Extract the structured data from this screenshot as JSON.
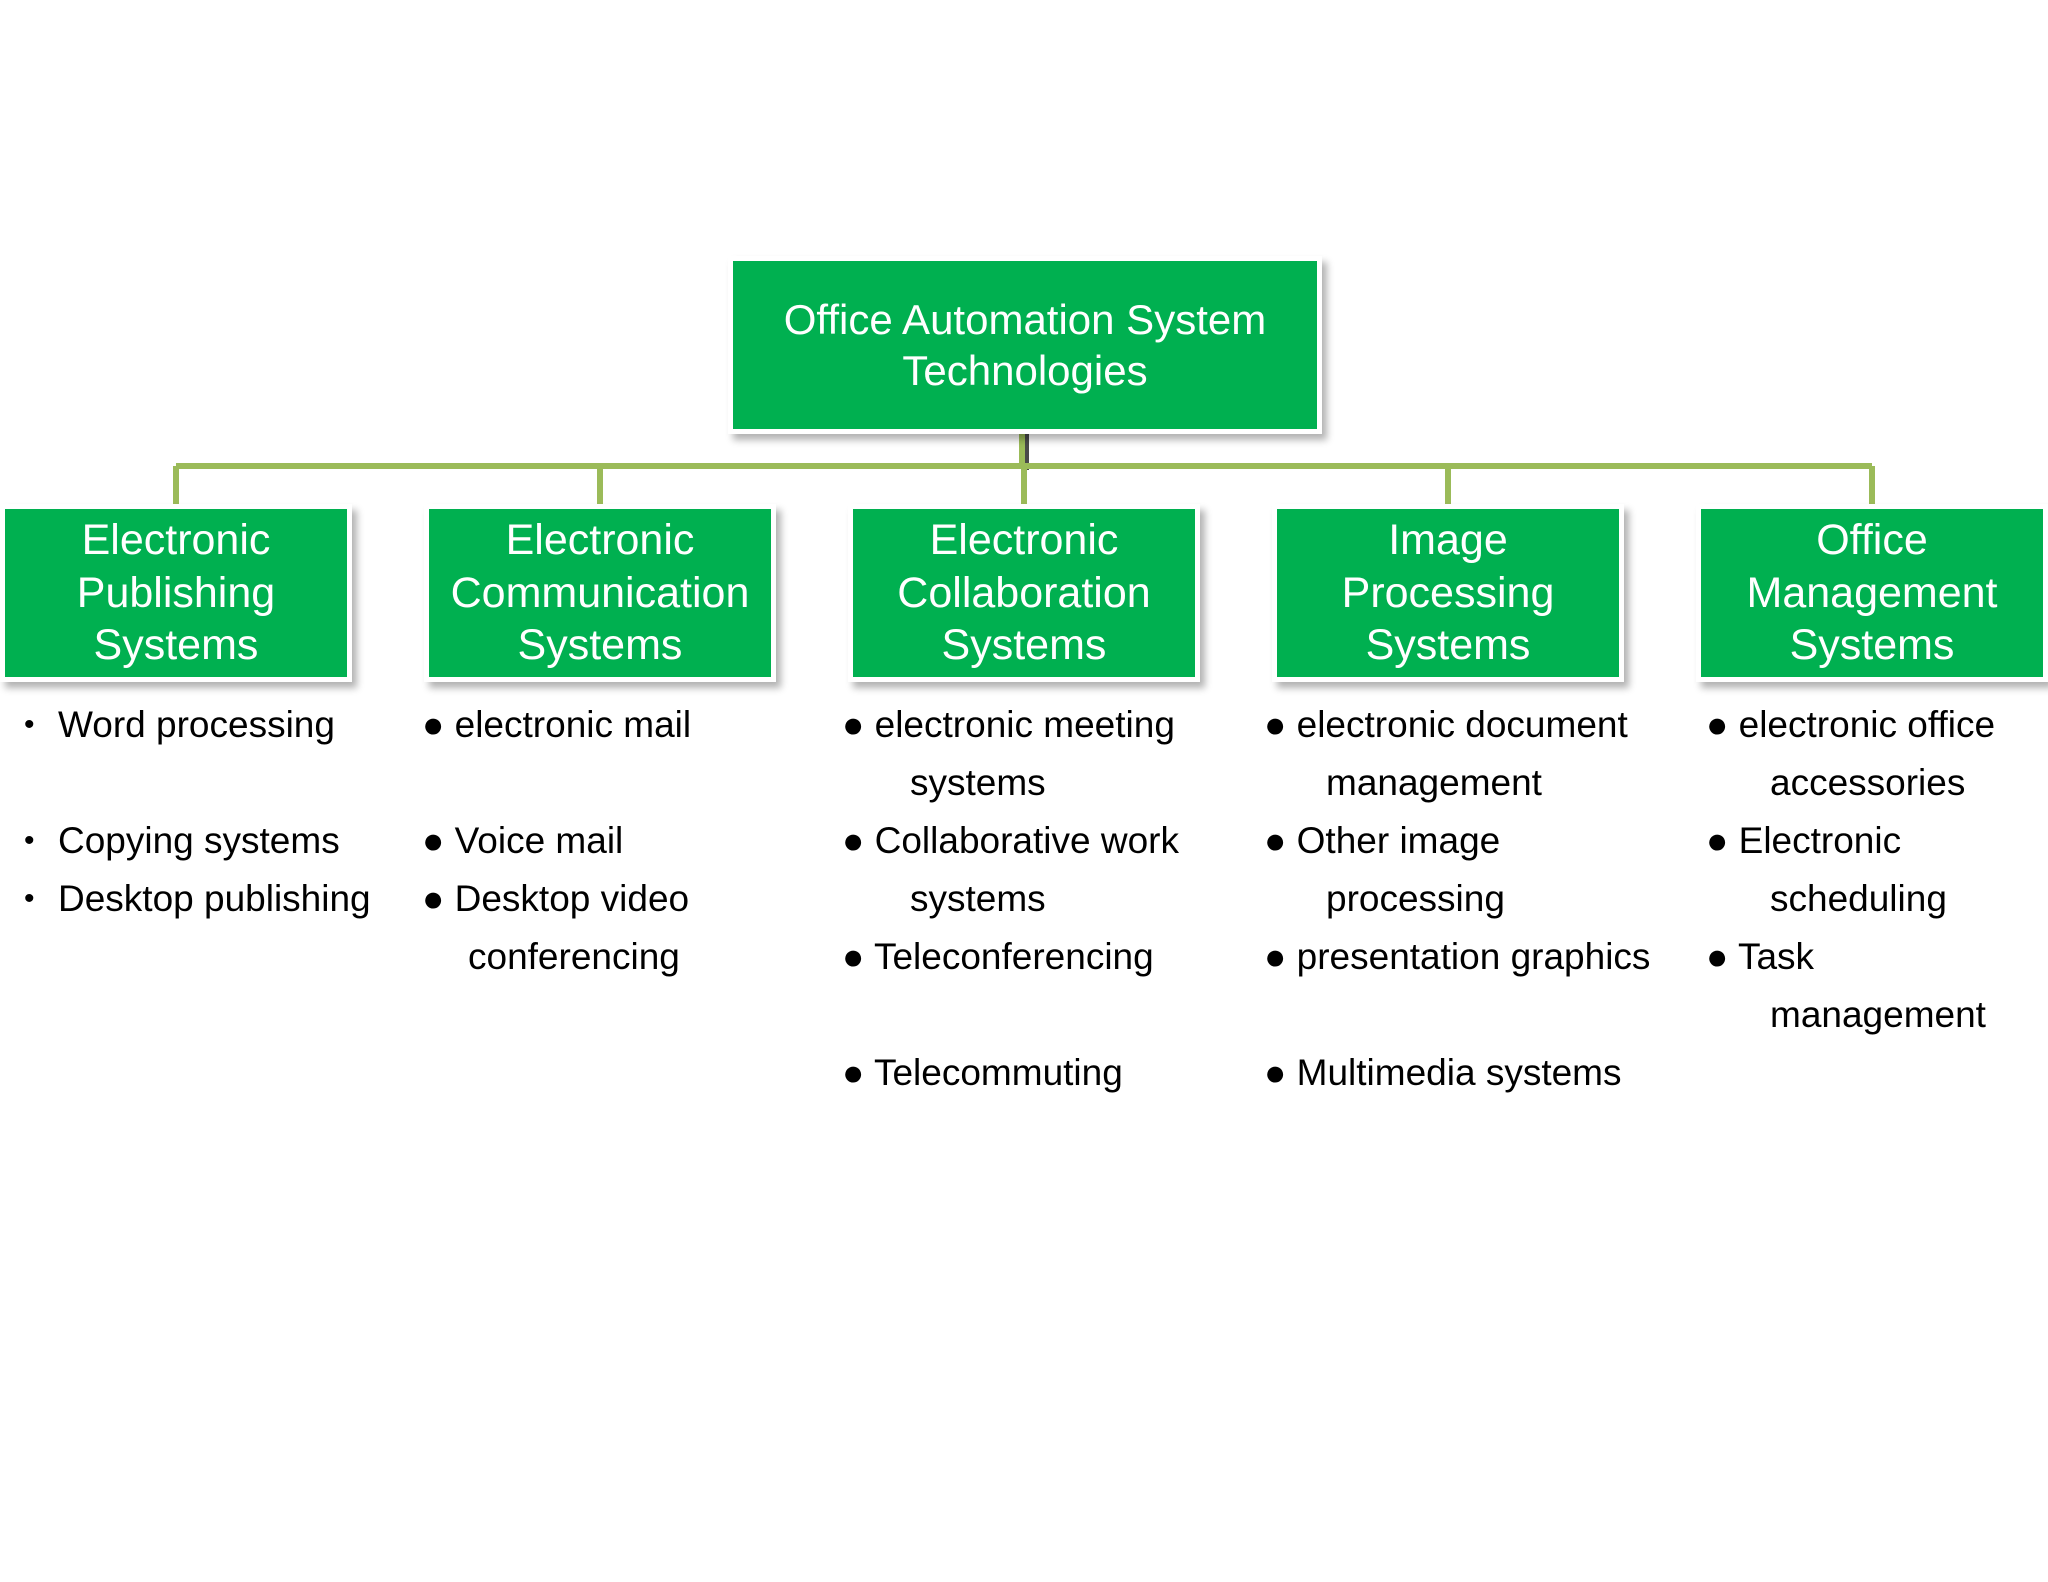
{
  "colors": {
    "box_fill": "#00b050",
    "box_border": "#ffffff",
    "box_text": "#ffffff",
    "connector": "#9bbb59",
    "connector_dark": "#4a4a4a",
    "body_text": "#000000"
  },
  "root": {
    "label": "Office Automation System\nTechnologies"
  },
  "branches": [
    {
      "label": "Electronic\nPublishing\nSystems",
      "items": [
        {
          "bullet": "•",
          "text": "Word processing"
        },
        {
          "gap": true
        },
        {
          "bullet": "•",
          "text": "Copying systems"
        },
        {
          "bullet": "•",
          "text": "Desktop publishing"
        }
      ]
    },
    {
      "label": "Electronic\nCommunication\nSystems",
      "items": [
        {
          "bullet": "●",
          "text": " electronic mail"
        },
        {
          "gap": true
        },
        {
          "bullet": "●",
          "text": " Voice mail"
        },
        {
          "bullet": "●",
          "text": " Desktop video"
        },
        {
          "cont": "conferencing"
        }
      ]
    },
    {
      "label": "Electronic\nCollaboration\nSystems",
      "items": [
        {
          "bullet": "●",
          "text": " electronic meeting"
        },
        {
          "cont": "systems"
        },
        {
          "bullet": "●",
          "text": " Collaborative work"
        },
        {
          "cont": "systems"
        },
        {
          "bullet": "●",
          "text": " Teleconferencing"
        },
        {
          "gap": true
        },
        {
          "bullet": "●",
          "text": " Telecommuting"
        }
      ]
    },
    {
      "label": "Image\nProcessing\nSystems",
      "items": [
        {
          "bullet": "●",
          "text": " electronic document"
        },
        {
          "cont": "management"
        },
        {
          "bullet": "●",
          "text": " Other image"
        },
        {
          "cont": "processing"
        },
        {
          "bullet": "●",
          "text": " presentation graphics"
        },
        {
          "gap": true
        },
        {
          "bullet": "●",
          "text": " Multimedia systems"
        }
      ]
    },
    {
      "label": "Office\nManagement\nSystems",
      "items": [
        {
          "bullet": "●",
          "text": " electronic office"
        },
        {
          "cont": "accessories"
        },
        {
          "bullet": "●",
          "text": " Electronic"
        },
        {
          "cont": "scheduling"
        },
        {
          "bullet": "●",
          "text": " Task"
        },
        {
          "cont": "management"
        }
      ]
    }
  ]
}
